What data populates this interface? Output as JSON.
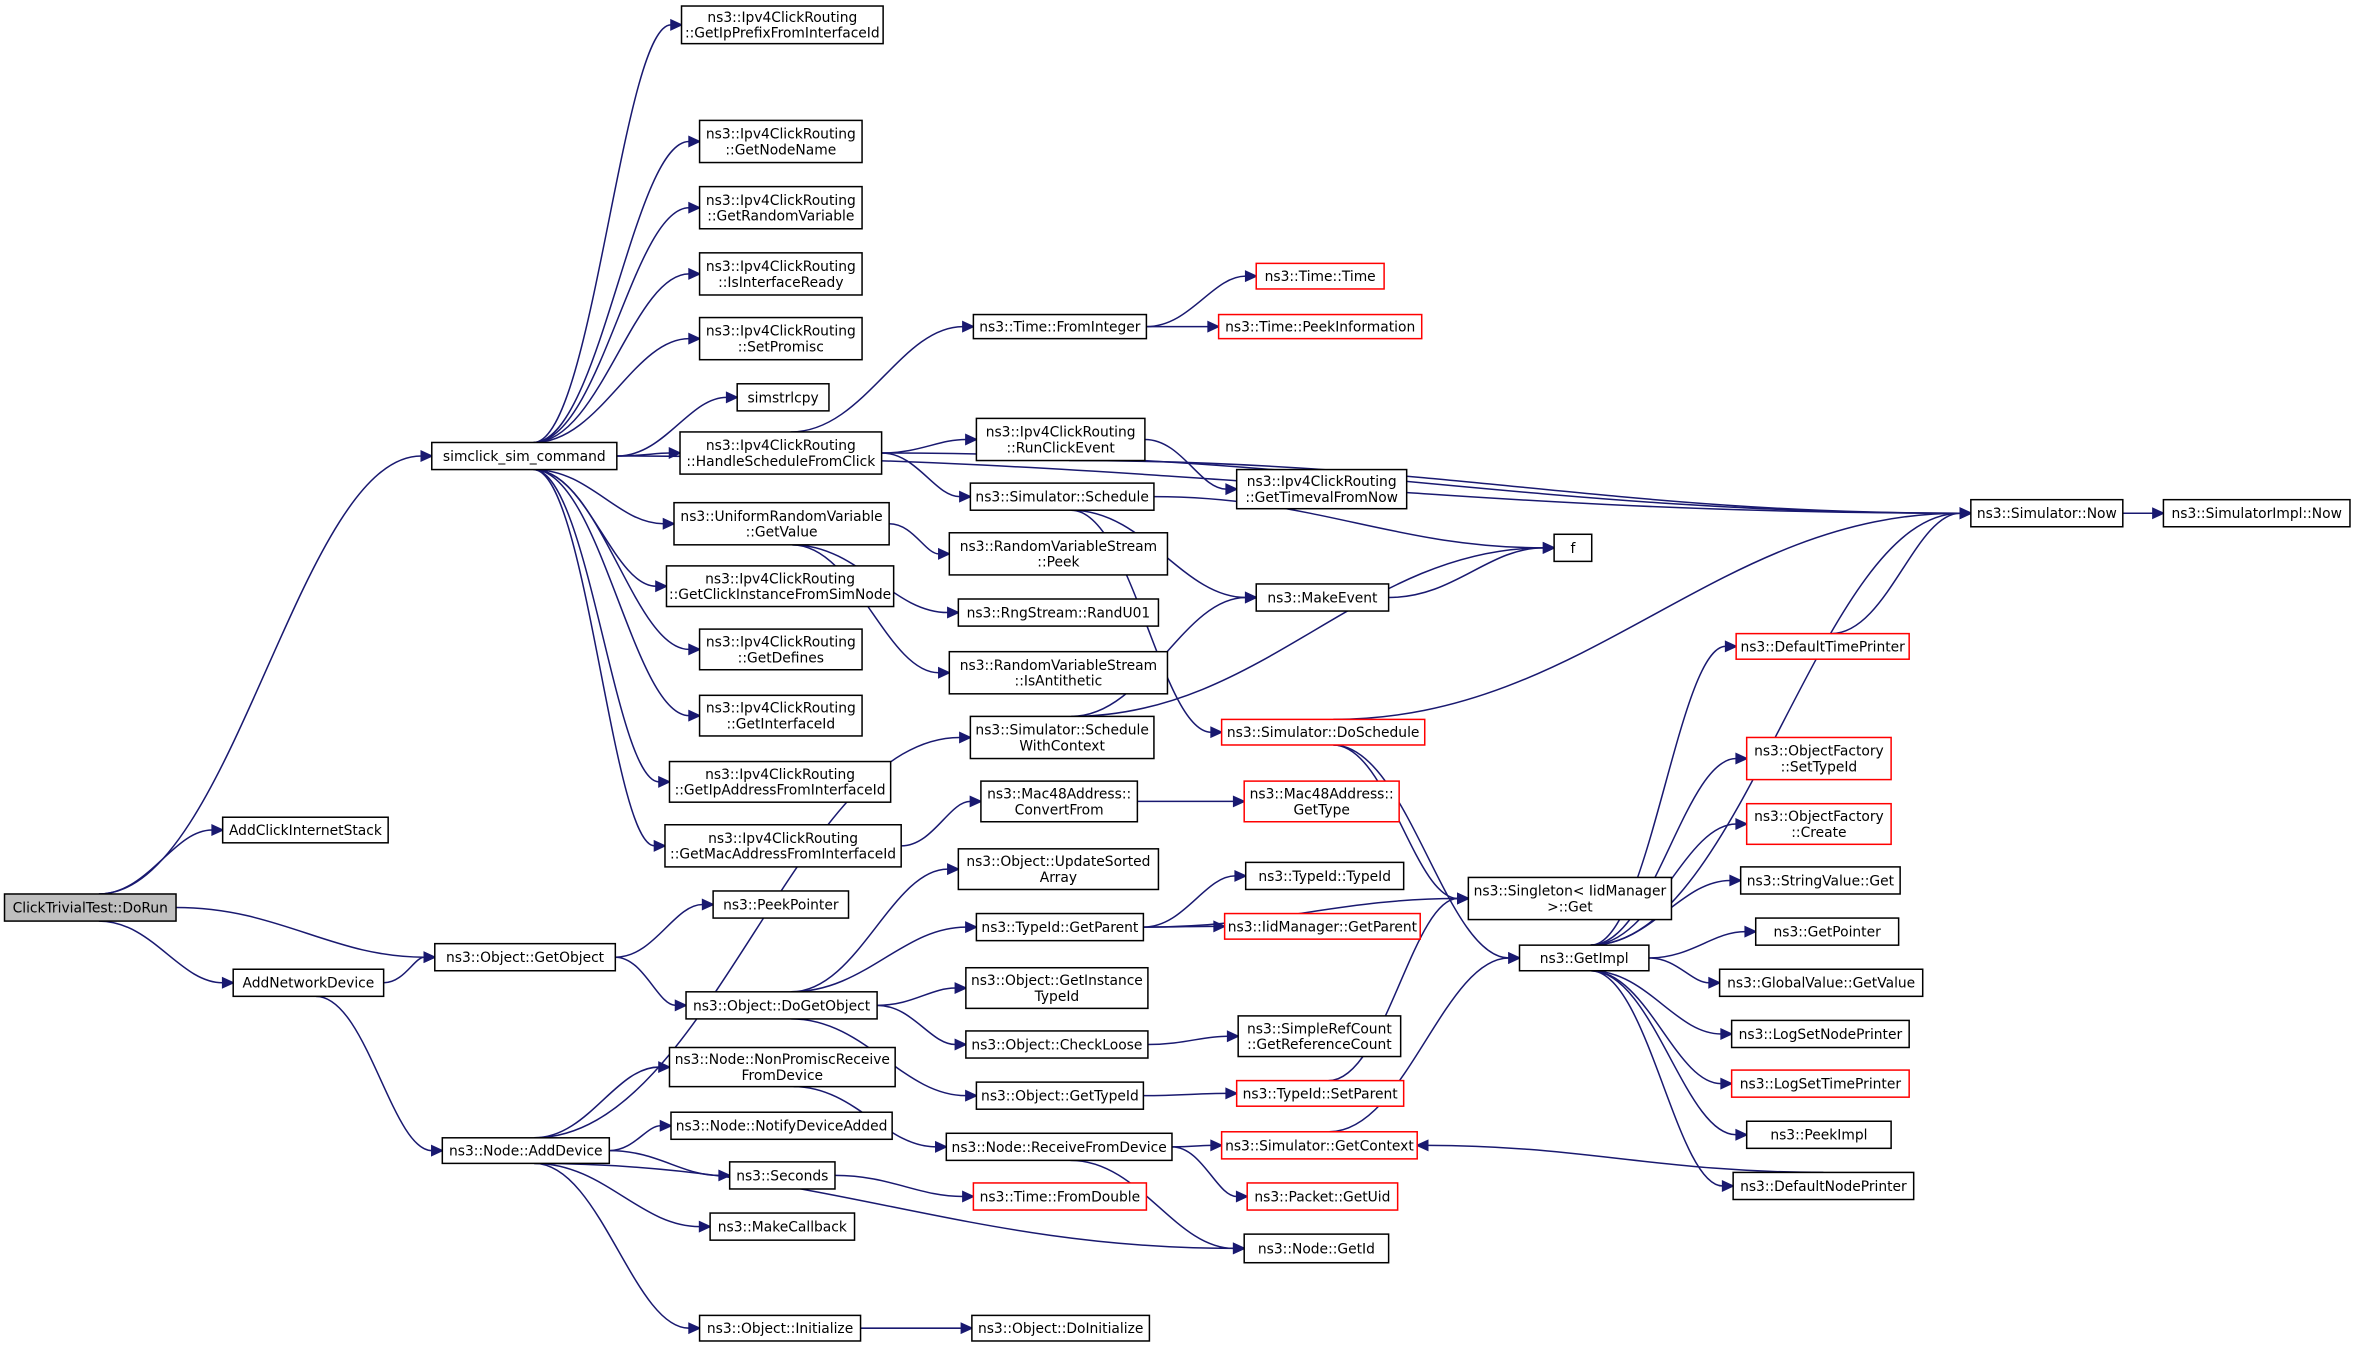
{
  "diagram": {
    "type": "call-graph",
    "colors": {
      "edge": "#191970",
      "root_fill": "#bfbfbf",
      "node_border": "#000000",
      "truncated_border": "#ff0000"
    },
    "nodes": [
      {
        "id": "dorun",
        "lines": [
          "ClickTrivialTest::DoRun"
        ],
        "root": true
      },
      {
        "id": "addclick",
        "lines": [
          "AddClickInternetStack"
        ]
      },
      {
        "id": "addnet",
        "lines": [
          "AddNetworkDevice"
        ]
      },
      {
        "id": "simcmd",
        "lines": [
          "simclick_sim_command"
        ]
      },
      {
        "id": "getobject",
        "lines": [
          "ns3::Object::GetObject"
        ]
      },
      {
        "id": "nodeadd",
        "lines": [
          "ns3::Node::AddDevice"
        ]
      },
      {
        "id": "prefix",
        "lines": [
          "ns3::Ipv4ClickRouting",
          "::GetIpPrefixFromInterfaceId"
        ]
      },
      {
        "id": "nodename",
        "lines": [
          "ns3::Ipv4ClickRouting",
          "::GetNodeName"
        ]
      },
      {
        "id": "randvar",
        "lines": [
          "ns3::Ipv4ClickRouting",
          "::GetRandomVariable"
        ]
      },
      {
        "id": "ifready",
        "lines": [
          "ns3::Ipv4ClickRouting",
          "::IsInterfaceReady"
        ]
      },
      {
        "id": "promisc",
        "lines": [
          "ns3::Ipv4ClickRouting",
          "::SetPromisc"
        ]
      },
      {
        "id": "strlcpy",
        "lines": [
          "simstrlcpy"
        ]
      },
      {
        "id": "handle",
        "lines": [
          "ns3::Ipv4ClickRouting",
          "::HandleScheduleFromClick"
        ]
      },
      {
        "id": "uniform",
        "lines": [
          "ns3::UniformRandomVariable",
          "::GetValue"
        ]
      },
      {
        "id": "clickinst",
        "lines": [
          "ns3::Ipv4ClickRouting",
          "::GetClickInstanceFromSimNode"
        ]
      },
      {
        "id": "defines",
        "lines": [
          "ns3::Ipv4ClickRouting",
          "::GetDefines"
        ]
      },
      {
        "id": "ifid",
        "lines": [
          "ns3::Ipv4ClickRouting",
          "::GetInterfaceId"
        ]
      },
      {
        "id": "ipaddr",
        "lines": [
          "ns3::Ipv4ClickRouting",
          "::GetIpAddressFromInterfaceId"
        ]
      },
      {
        "id": "macaddr",
        "lines": [
          "ns3::Ipv4ClickRouting",
          "::GetMacAddressFromInterfaceId"
        ]
      },
      {
        "id": "peekptr",
        "lines": [
          "ns3::PeekPointer"
        ]
      },
      {
        "id": "dogetobj",
        "lines": [
          "ns3::Object::DoGetObject"
        ]
      },
      {
        "id": "nonpromisc",
        "lines": [
          "ns3::Node::NonPromiscReceive",
          "FromDevice"
        ]
      },
      {
        "id": "notify",
        "lines": [
          "ns3::Node::NotifyDeviceAdded"
        ]
      },
      {
        "id": "seconds",
        "lines": [
          "ns3::Seconds"
        ]
      },
      {
        "id": "makecb",
        "lines": [
          "ns3::MakeCallback"
        ]
      },
      {
        "id": "init",
        "lines": [
          "ns3::Object::Initialize"
        ]
      },
      {
        "id": "frominteger",
        "lines": [
          "ns3::Time::FromInteger"
        ]
      },
      {
        "id": "runclick",
        "lines": [
          "ns3::Ipv4ClickRouting",
          "::RunClickEvent"
        ]
      },
      {
        "id": "schedule",
        "lines": [
          "ns3::Simulator::Schedule"
        ]
      },
      {
        "id": "rvspeek",
        "lines": [
          "ns3::RandomVariableStream",
          "::Peek"
        ]
      },
      {
        "id": "randu01",
        "lines": [
          "ns3::RngStream::RandU01"
        ]
      },
      {
        "id": "antithetic",
        "lines": [
          "ns3::RandomVariableStream",
          "::IsAntithetic"
        ]
      },
      {
        "id": "schedctx",
        "lines": [
          "ns3::Simulator::Schedule",
          "WithContext"
        ]
      },
      {
        "id": "convertfrom",
        "lines": [
          "ns3::Mac48Address::",
          "ConvertFrom"
        ]
      },
      {
        "id": "updsorted",
        "lines": [
          "ns3::Object::UpdateSorted",
          "Array"
        ]
      },
      {
        "id": "getparent",
        "lines": [
          "ns3::TypeId::GetParent"
        ]
      },
      {
        "id": "instancetype",
        "lines": [
          "ns3::Object::GetInstance",
          "TypeId"
        ]
      },
      {
        "id": "checkloose",
        "lines": [
          "ns3::Object::CheckLoose"
        ]
      },
      {
        "id": "gettypeid",
        "lines": [
          "ns3::Object::GetTypeId"
        ]
      },
      {
        "id": "recvfromdev",
        "lines": [
          "ns3::Node::ReceiveFromDevice"
        ]
      },
      {
        "id": "fromdouble",
        "lines": [
          "ns3::Time::FromDouble"
        ],
        "truncated": true
      },
      {
        "id": "doinit",
        "lines": [
          "ns3::Object::DoInitialize"
        ]
      },
      {
        "id": "timetime",
        "lines": [
          "ns3::Time::Time"
        ],
        "truncated": true
      },
      {
        "id": "peekinfo",
        "lines": [
          "ns3::Time::PeekInformation"
        ],
        "truncated": true
      },
      {
        "id": "timeval",
        "lines": [
          "ns3::Ipv4ClickRouting",
          "::GetTimevalFromNow"
        ]
      },
      {
        "id": "f",
        "lines": [
          "f"
        ]
      },
      {
        "id": "makeevent",
        "lines": [
          "ns3::MakeEvent"
        ]
      },
      {
        "id": "doschedule",
        "lines": [
          "ns3::Simulator::DoSchedule"
        ],
        "truncated": true
      },
      {
        "id": "mactype",
        "lines": [
          "ns3::Mac48Address::",
          "GetType"
        ],
        "truncated": true
      },
      {
        "id": "typeidtypeid",
        "lines": [
          "ns3::TypeId::TypeId"
        ]
      },
      {
        "id": "iidparent",
        "lines": [
          "ns3::IidManager::GetParent"
        ],
        "truncated": true
      },
      {
        "id": "refcount",
        "lines": [
          "ns3::SimpleRefCount",
          "::GetReferenceCount"
        ]
      },
      {
        "id": "setparent",
        "lines": [
          "ns3::TypeId::SetParent"
        ],
        "truncated": true
      },
      {
        "id": "getcontext",
        "lines": [
          "ns3::Simulator::GetContext"
        ],
        "truncated": true
      },
      {
        "id": "getuid",
        "lines": [
          "ns3::Packet::GetUid"
        ],
        "truncated": true
      },
      {
        "id": "getid",
        "lines": [
          "ns3::Node::GetId"
        ]
      },
      {
        "id": "simnow",
        "lines": [
          "ns3::Simulator::Now"
        ]
      },
      {
        "id": "implnow",
        "lines": [
          "ns3::SimulatorImpl::Now"
        ]
      },
      {
        "id": "singleton",
        "lines": [
          "ns3::Singleton< IidManager",
          " >::Get"
        ]
      },
      {
        "id": "getimpl",
        "lines": [
          "ns3::GetImpl"
        ]
      },
      {
        "id": "deftimeprinter",
        "lines": [
          "ns3::DefaultTimePrinter"
        ],
        "truncated": true
      },
      {
        "id": "ofsettype",
        "lines": [
          "ns3::ObjectFactory",
          "::SetTypeId"
        ],
        "truncated": true
      },
      {
        "id": "ofcreate",
        "lines": [
          "ns3::ObjectFactory",
          "::Create"
        ],
        "truncated": true
      },
      {
        "id": "stringget",
        "lines": [
          "ns3::StringValue::Get"
        ]
      },
      {
        "id": "getpointer",
        "lines": [
          "ns3::GetPointer"
        ]
      },
      {
        "id": "globalget",
        "lines": [
          "ns3::GlobalValue::GetValue"
        ]
      },
      {
        "id": "lognode",
        "lines": [
          "ns3::LogSetNodePrinter"
        ]
      },
      {
        "id": "logtime",
        "lines": [
          "ns3::LogSetTimePrinter"
        ],
        "truncated": true
      },
      {
        "id": "peekimpl",
        "lines": [
          "ns3::PeekImpl"
        ]
      },
      {
        "id": "defnodeprinter",
        "lines": [
          "ns3::DefaultNodePrinter"
        ]
      }
    ],
    "edges": [
      [
        "dorun",
        "addclick"
      ],
      [
        "dorun",
        "simcmd"
      ],
      [
        "dorun",
        "getobject"
      ],
      [
        "dorun",
        "addnet"
      ],
      [
        "addnet",
        "getobject"
      ],
      [
        "addnet",
        "nodeadd"
      ],
      [
        "simcmd",
        "prefix"
      ],
      [
        "simcmd",
        "simnow"
      ],
      [
        "simcmd",
        "nodename"
      ],
      [
        "simcmd",
        "randvar"
      ],
      [
        "simcmd",
        "ifready"
      ],
      [
        "simcmd",
        "promisc"
      ],
      [
        "simcmd",
        "strlcpy"
      ],
      [
        "simcmd",
        "handle"
      ],
      [
        "simcmd",
        "uniform"
      ],
      [
        "simcmd",
        "clickinst"
      ],
      [
        "simcmd",
        "defines"
      ],
      [
        "simcmd",
        "ifid"
      ],
      [
        "simcmd",
        "ipaddr"
      ],
      [
        "simcmd",
        "macaddr"
      ],
      [
        "handle",
        "frominteger"
      ],
      [
        "handle",
        "simnow"
      ],
      [
        "handle",
        "runclick"
      ],
      [
        "handle",
        "schedule"
      ],
      [
        "frominteger",
        "timetime"
      ],
      [
        "frominteger",
        "peekinfo"
      ],
      [
        "runclick",
        "simnow"
      ],
      [
        "runclick",
        "timeval"
      ],
      [
        "schedule",
        "f"
      ],
      [
        "schedule",
        "makeevent"
      ],
      [
        "schedule",
        "doschedule"
      ],
      [
        "uniform",
        "rvspeek"
      ],
      [
        "uniform",
        "randu01"
      ],
      [
        "uniform",
        "antithetic"
      ],
      [
        "macaddr",
        "convertfrom"
      ],
      [
        "convertfrom",
        "mactype"
      ],
      [
        "getobject",
        "peekptr"
      ],
      [
        "getobject",
        "dogetobj"
      ],
      [
        "dogetobj",
        "updsorted"
      ],
      [
        "dogetobj",
        "getparent"
      ],
      [
        "dogetobj",
        "instancetype"
      ],
      [
        "dogetobj",
        "checkloose"
      ],
      [
        "dogetobj",
        "gettypeid"
      ],
      [
        "getparent",
        "typeidtypeid"
      ],
      [
        "getparent",
        "iidparent"
      ],
      [
        "getparent",
        "singleton"
      ],
      [
        "checkloose",
        "refcount"
      ],
      [
        "gettypeid",
        "setparent"
      ],
      [
        "setparent",
        "singleton"
      ],
      [
        "nodeadd",
        "schedctx"
      ],
      [
        "nodeadd",
        "nonpromisc"
      ],
      [
        "nodeadd",
        "notify"
      ],
      [
        "nodeadd",
        "seconds"
      ],
      [
        "nodeadd",
        "makecb"
      ],
      [
        "nodeadd",
        "getid"
      ],
      [
        "nodeadd",
        "init"
      ],
      [
        "nonpromisc",
        "recvfromdev"
      ],
      [
        "seconds",
        "fromdouble"
      ],
      [
        "init",
        "doinit"
      ],
      [
        "recvfromdev",
        "getcontext"
      ],
      [
        "recvfromdev",
        "getuid"
      ],
      [
        "recvfromdev",
        "getid"
      ],
      [
        "schedctx",
        "makeevent"
      ],
      [
        "schedctx",
        "f"
      ],
      [
        "makeevent",
        "f"
      ],
      [
        "doschedule",
        "simnow"
      ],
      [
        "doschedule",
        "singleton"
      ],
      [
        "doschedule",
        "getimpl"
      ],
      [
        "getcontext",
        "getimpl"
      ],
      [
        "simnow",
        "implnow"
      ],
      [
        "deftimeprinter",
        "simnow"
      ],
      [
        "getimpl",
        "simnow"
      ],
      [
        "getimpl",
        "deftimeprinter"
      ],
      [
        "getimpl",
        "ofsettype"
      ],
      [
        "getimpl",
        "ofcreate"
      ],
      [
        "getimpl",
        "stringget"
      ],
      [
        "getimpl",
        "getpointer"
      ],
      [
        "getimpl",
        "globalget"
      ],
      [
        "getimpl",
        "lognode"
      ],
      [
        "getimpl",
        "logtime"
      ],
      [
        "getimpl",
        "peekimpl"
      ],
      [
        "getimpl",
        "defnodeprinter"
      ],
      [
        "defnodeprinter",
        "getcontext"
      ]
    ]
  }
}
